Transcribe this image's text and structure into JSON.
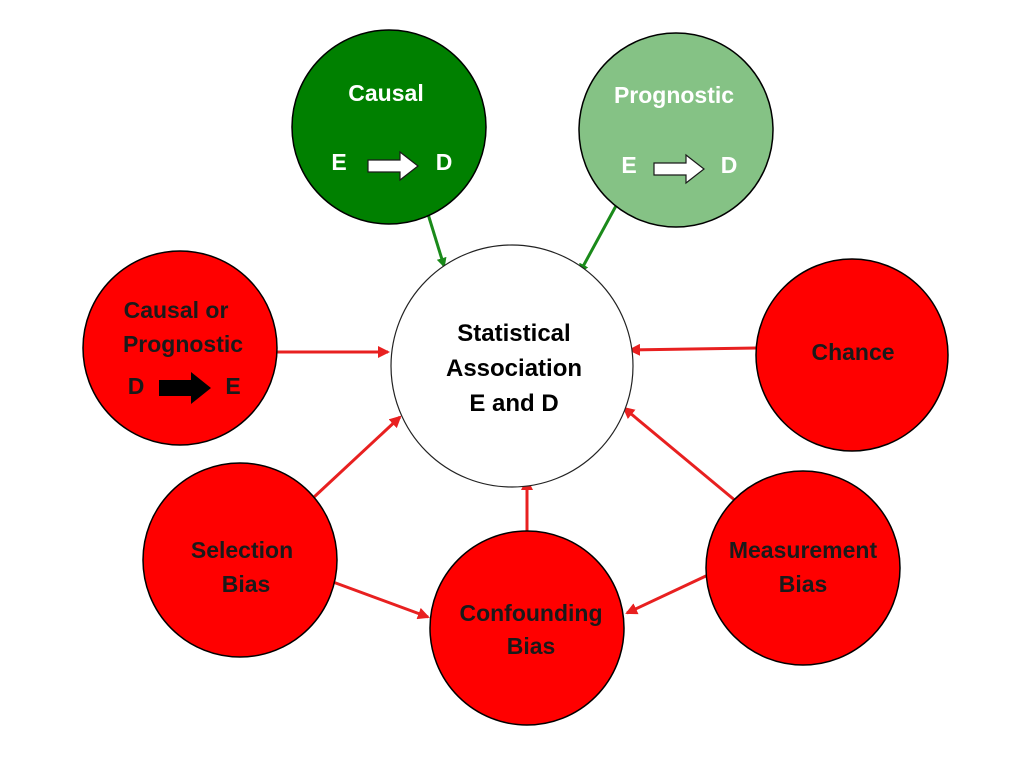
{
  "colors": {
    "causal": "#008000",
    "prognostic": "#85c285",
    "bias": "#ff0000",
    "center": "#ffffff",
    "outline": "#000000",
    "green_arrow": "#1a8a1a",
    "red_arrow": "#e82020"
  },
  "nodes": {
    "causal": {
      "title": "Causal",
      "from": "E",
      "to": "D"
    },
    "prognostic": {
      "title": "Prognostic",
      "from": "E",
      "to": "D"
    },
    "center": {
      "line1": "Statistical",
      "line2": "Association",
      "line3": "E and D"
    },
    "reverse": {
      "line1": "Causal or",
      "line2": "Prognostic",
      "from": "D",
      "to": "E"
    },
    "chance": {
      "title": "Chance"
    },
    "selection": {
      "line1": "Selection",
      "line2": "Bias"
    },
    "confounding": {
      "line1": "Confounding",
      "line2": "Bias"
    },
    "measurement": {
      "line1": "Measurement",
      "line2": "Bias"
    }
  }
}
